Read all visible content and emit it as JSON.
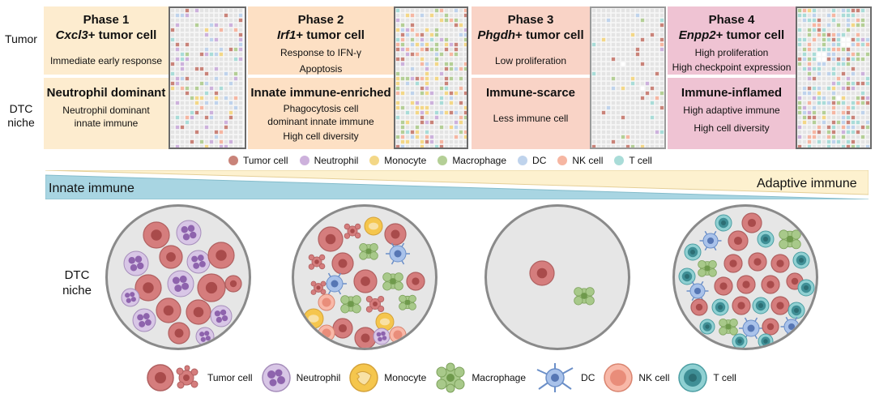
{
  "side": {
    "tumor": "Tumor",
    "dtc_niche_line1": "DTC",
    "dtc_niche_line2": "niche",
    "bottom_line1": "DTC",
    "bottom_line2": "niche"
  },
  "phases": [
    {
      "title": "Phase 1",
      "gene": "Cxcl3",
      "suffix": "+ tumor cell",
      "tumor_desc": [
        "Immediate early response"
      ],
      "niche_title": "Neutrophil dominant",
      "niche_desc": [
        "Neutrophil dominant",
        "innate immune"
      ],
      "color": "#fdeccf"
    },
    {
      "title": "Phase 2",
      "gene": "Irf1",
      "suffix": "+ tumor cell",
      "tumor_desc": [
        "Response to IFN-γ",
        "Apoptosis"
      ],
      "niche_title": "Innate immune-enriched",
      "niche_desc": [
        "Phagocytosis cell",
        "dominant innate immune",
        "High cell diversity"
      ],
      "color": "#fde0c4"
    },
    {
      "title": "Phase 3",
      "gene": "Phgdh",
      "suffix": "+ tumor cell",
      "tumor_desc": [
        "Low proliferation"
      ],
      "niche_title": "Immune-scarce",
      "niche_desc": [
        "Less immune cell"
      ],
      "color": "#f9d3c6"
    },
    {
      "title": "Phase 4",
      "gene": "Enpp2",
      "suffix": "+ tumor cell",
      "tumor_desc": [
        "High proliferation",
        "High checkpoint expression"
      ],
      "niche_title": "Immune-inflamed",
      "niche_desc": [
        "High adaptive immune",
        "High cell diversity"
      ],
      "color": "#efc3d3"
    }
  ],
  "legend": [
    {
      "label": "Tumor cell",
      "color": "#c98379"
    },
    {
      "label": "Neutrophil",
      "color": "#cdb1dc"
    },
    {
      "label": "Monocyte",
      "color": "#f3d787"
    },
    {
      "label": "Macrophage",
      "color": "#b4cf96"
    },
    {
      "label": "DC",
      "color": "#bfd3ec"
    },
    {
      "label": "NK cell",
      "color": "#f6b6a2"
    },
    {
      "label": "T cell",
      "color": "#a9dcd8"
    }
  ],
  "gradient": {
    "left_label": "Innate immune",
    "right_label": "Adaptive immune",
    "innate_color": "#a8d5e2",
    "adaptive_color": "#fdf1cf"
  },
  "bottom_legend": [
    {
      "label": "Tumor cell",
      "icon": "tumor-cell-icon"
    },
    {
      "label": "Neutrophil",
      "icon": "neutrophil-icon"
    },
    {
      "label": "Monocyte",
      "icon": "monocyte-icon"
    },
    {
      "label": "Macrophage",
      "icon": "macrophage-icon"
    },
    {
      "label": "DC",
      "icon": "dendritic-cell-icon"
    },
    {
      "label": "NK cell",
      "icon": "nk-cell-icon"
    },
    {
      "label": "T cell",
      "icon": "t-cell-icon"
    }
  ]
}
